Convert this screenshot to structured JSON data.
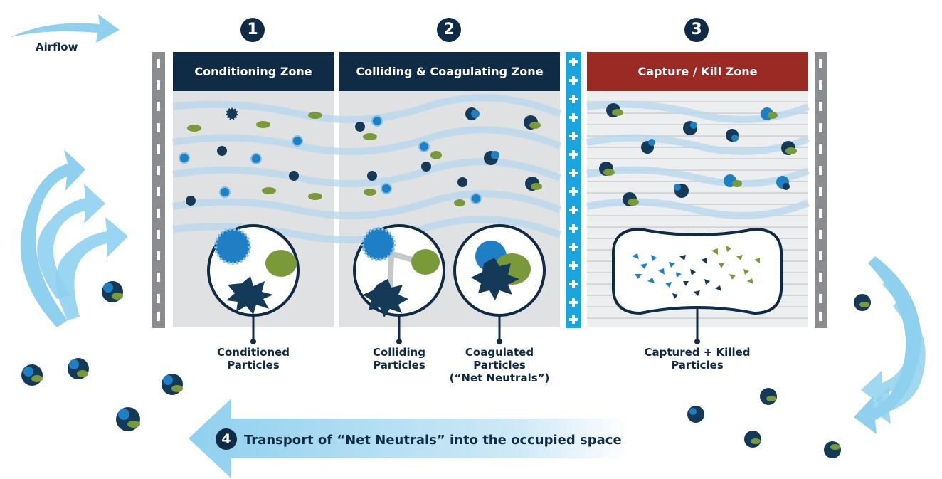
{
  "airflow_label": "Airflow",
  "steps": [
    {
      "number": "1",
      "title": "Conditioning Zone",
      "color": "#0f2b46"
    },
    {
      "number": "2",
      "title": "Colliding & Coagulating Zone",
      "color": "#0f2b46"
    },
    {
      "number": "3",
      "title": "Capture / Kill Zone",
      "color": "#9b2a24"
    }
  ],
  "captions": {
    "conditioned": [
      "Conditioned",
      "Particles"
    ],
    "colliding": [
      "Colliding",
      "Particles"
    ],
    "coagulated": [
      "Coagulated",
      "Particles",
      "(“Net Neutrals”)"
    ],
    "captured": [
      "Captured + Killed",
      "Particles"
    ]
  },
  "transport": {
    "number": "4",
    "label": "Transport of “Net Neutrals” into the occupied space"
  },
  "colors": {
    "navy": "#0f2b46",
    "red": "#9b2a24",
    "blue_particle": "#1f7fc4",
    "green_particle": "#7a9a3a",
    "dark_particle": "#143a58",
    "ionizer": "#1aa5e0",
    "airflow_arrow": "#8fd0ef",
    "panel": "#dfe1e3"
  }
}
